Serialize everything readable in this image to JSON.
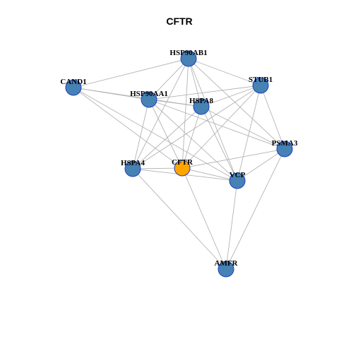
{
  "title": "CFTR",
  "colors": {
    "node_fill": "#4682b4",
    "node_stroke": "#1c3fbf",
    "focus_fill": "#ffa500",
    "edge": "#b4b4b4"
  },
  "nodes": [
    {
      "id": "HSP90AB1",
      "label": "HSP90AB1",
      "focus": false
    },
    {
      "id": "CAND1",
      "label": "CAND1",
      "focus": false
    },
    {
      "id": "STUB1",
      "label": "STUB1",
      "focus": false
    },
    {
      "id": "HSP90AA1",
      "label": "HSP90AA1",
      "focus": false
    },
    {
      "id": "HSPA8",
      "label": "HSPA8",
      "focus": false
    },
    {
      "id": "PSMA3",
      "label": "PSMA3",
      "focus": false
    },
    {
      "id": "HSPA4",
      "label": "HSPA4",
      "focus": false
    },
    {
      "id": "CFTR",
      "label": "CFTR",
      "focus": true
    },
    {
      "id": "VCP",
      "label": "VCP",
      "focus": false
    },
    {
      "id": "AMFR",
      "label": "AMFR",
      "focus": false
    }
  ],
  "edges": [
    [
      "HSP90AB1",
      "CAND1"
    ],
    [
      "HSP90AB1",
      "STUB1"
    ],
    [
      "HSP90AB1",
      "HSP90AA1"
    ],
    [
      "HSP90AB1",
      "HSPA8"
    ],
    [
      "HSP90AB1",
      "HSPA4"
    ],
    [
      "HSP90AB1",
      "CFTR"
    ],
    [
      "HSP90AB1",
      "VCP"
    ],
    [
      "HSP90AB1",
      "PSMA3"
    ],
    [
      "CAND1",
      "HSP90AA1"
    ],
    [
      "CAND1",
      "HSPA8"
    ],
    [
      "CAND1",
      "CFTR"
    ],
    [
      "CAND1",
      "VCP"
    ],
    [
      "STUB1",
      "HSP90AA1"
    ],
    [
      "STUB1",
      "HSPA8"
    ],
    [
      "STUB1",
      "HSPA4"
    ],
    [
      "STUB1",
      "CFTR"
    ],
    [
      "STUB1",
      "VCP"
    ],
    [
      "STUB1",
      "PSMA3"
    ],
    [
      "HSP90AA1",
      "HSPA8"
    ],
    [
      "HSP90AA1",
      "HSPA4"
    ],
    [
      "HSP90AA1",
      "CFTR"
    ],
    [
      "HSP90AA1",
      "VCP"
    ],
    [
      "HSP90AA1",
      "PSMA3"
    ],
    [
      "HSPA8",
      "HSPA4"
    ],
    [
      "HSPA8",
      "CFTR"
    ],
    [
      "HSPA8",
      "VCP"
    ],
    [
      "HSPA8",
      "PSMA3"
    ],
    [
      "HSPA4",
      "CFTR"
    ],
    [
      "HSPA4",
      "VCP"
    ],
    [
      "HSPA4",
      "AMFR"
    ],
    [
      "CFTR",
      "VCP"
    ],
    [
      "CFTR",
      "PSMA3"
    ],
    [
      "CFTR",
      "AMFR"
    ],
    [
      "VCP",
      "PSMA3"
    ],
    [
      "VCP",
      "AMFR"
    ],
    [
      "PSMA3",
      "AMFR"
    ]
  ]
}
